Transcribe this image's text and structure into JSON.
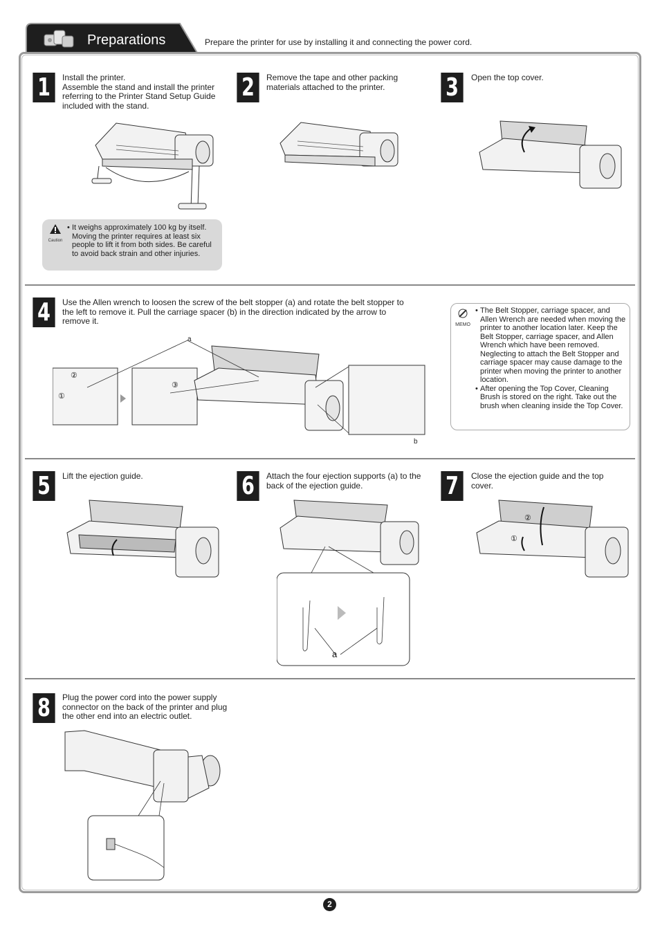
{
  "header": {
    "title": "Preparations",
    "intro": "Prepare the printer for use by installing it and connecting the power cord."
  },
  "steps": [
    {
      "number": "1",
      "text": "Install the printer.\nAssemble the stand and install the printer referring to the Printer Stand Setup Guide included with the stand."
    },
    {
      "number": "2",
      "text": "Remove the tape and other packing materials attached to the printer."
    },
    {
      "number": "3",
      "text": "Open the top cover."
    },
    {
      "number": "4",
      "text": "Use the Allen wrench to loosen the screw of the belt stopper (a) and rotate the belt stopper to the left to remove it. Pull the carriage spacer (b) in the direction indicated by the arrow to remove it."
    },
    {
      "number": "5",
      "text": "Lift the ejection guide."
    },
    {
      "number": "6",
      "text": "Attach the four ejection supports (a) to the back of the ejection guide."
    },
    {
      "number": "7",
      "text": "Close the ejection guide and the top cover."
    },
    {
      "number": "8",
      "text": "Plug the power cord into the power supply connector on the back of the printer and plug the other end into an electric outlet."
    }
  ],
  "caution": {
    "label": "Caution",
    "bullet": "•",
    "text": "It weighs approximately 100 kg by itself. Moving the printer requires at least six people to lift it from both sides. Be careful to avoid back strain and other injuries."
  },
  "memo": {
    "label": "MEMO",
    "items": [
      "The Belt Stopper, carriage spacer, and Allen Wrench are needed when moving the printer to another location later. Keep the Belt Stopper, carriage spacer, and Allen Wrench which have been removed. Neglecting to attach the Belt Stopper and carriage spacer may cause damage to the printer when moving the printer to another location.",
      "After opening the Top Cover, Cleaning Brush is stored on the right. Take out the brush when cleaning inside the Top Cover."
    ]
  },
  "labels": {
    "step4_a": "a",
    "step4_b": "b",
    "step4_n1": "①",
    "step4_n2": "②",
    "step4_n3": "③",
    "step6_a": "a",
    "step7_n1": "①",
    "step7_n2": "②"
  },
  "page_number": "2"
}
